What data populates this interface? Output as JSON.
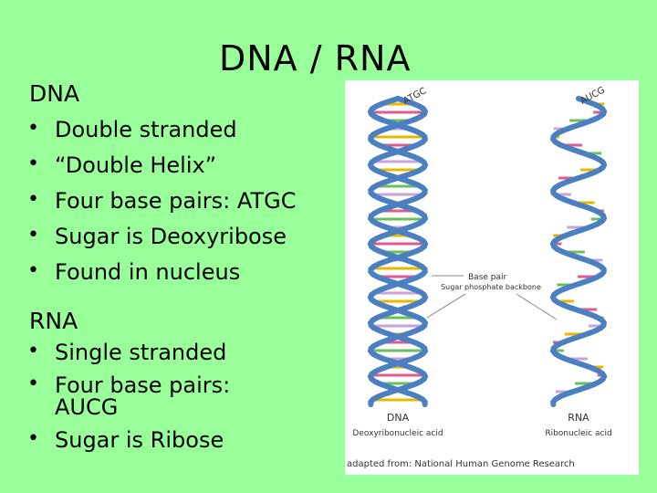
{
  "slide": {
    "title": "DNA / RNA",
    "dna_heading": "DNA",
    "dna_points": [
      "Double stranded",
      "“Double Helix”",
      "Four base pairs: ATGC",
      "Sugar is Deoxyribose",
      "Found in nucleus"
    ],
    "rna_heading": "RNA",
    "rna_points": [
      "Single stranded",
      "Four base pairs: AUCG",
      "Sugar is Ribose"
    ]
  },
  "figure": {
    "dna_top_label": "ATGC",
    "rna_top_label": "AUCG",
    "base_pair_label": "Base pair",
    "backbone_label": "Sugar phosphate backbone",
    "dna_label": "DNA",
    "dna_full": "Deoxyribonucleic acid",
    "rna_label": "RNA",
    "rna_full": "Ribonucleic acid",
    "credit": "adapted from: National Human Genome Research"
  },
  "colors": {
    "background": "#99ff99",
    "strand": "#4a7fc1",
    "base_colors": [
      "#e6b800",
      "#e05a8c",
      "#6bbf59",
      "#c8a2dc"
    ]
  }
}
